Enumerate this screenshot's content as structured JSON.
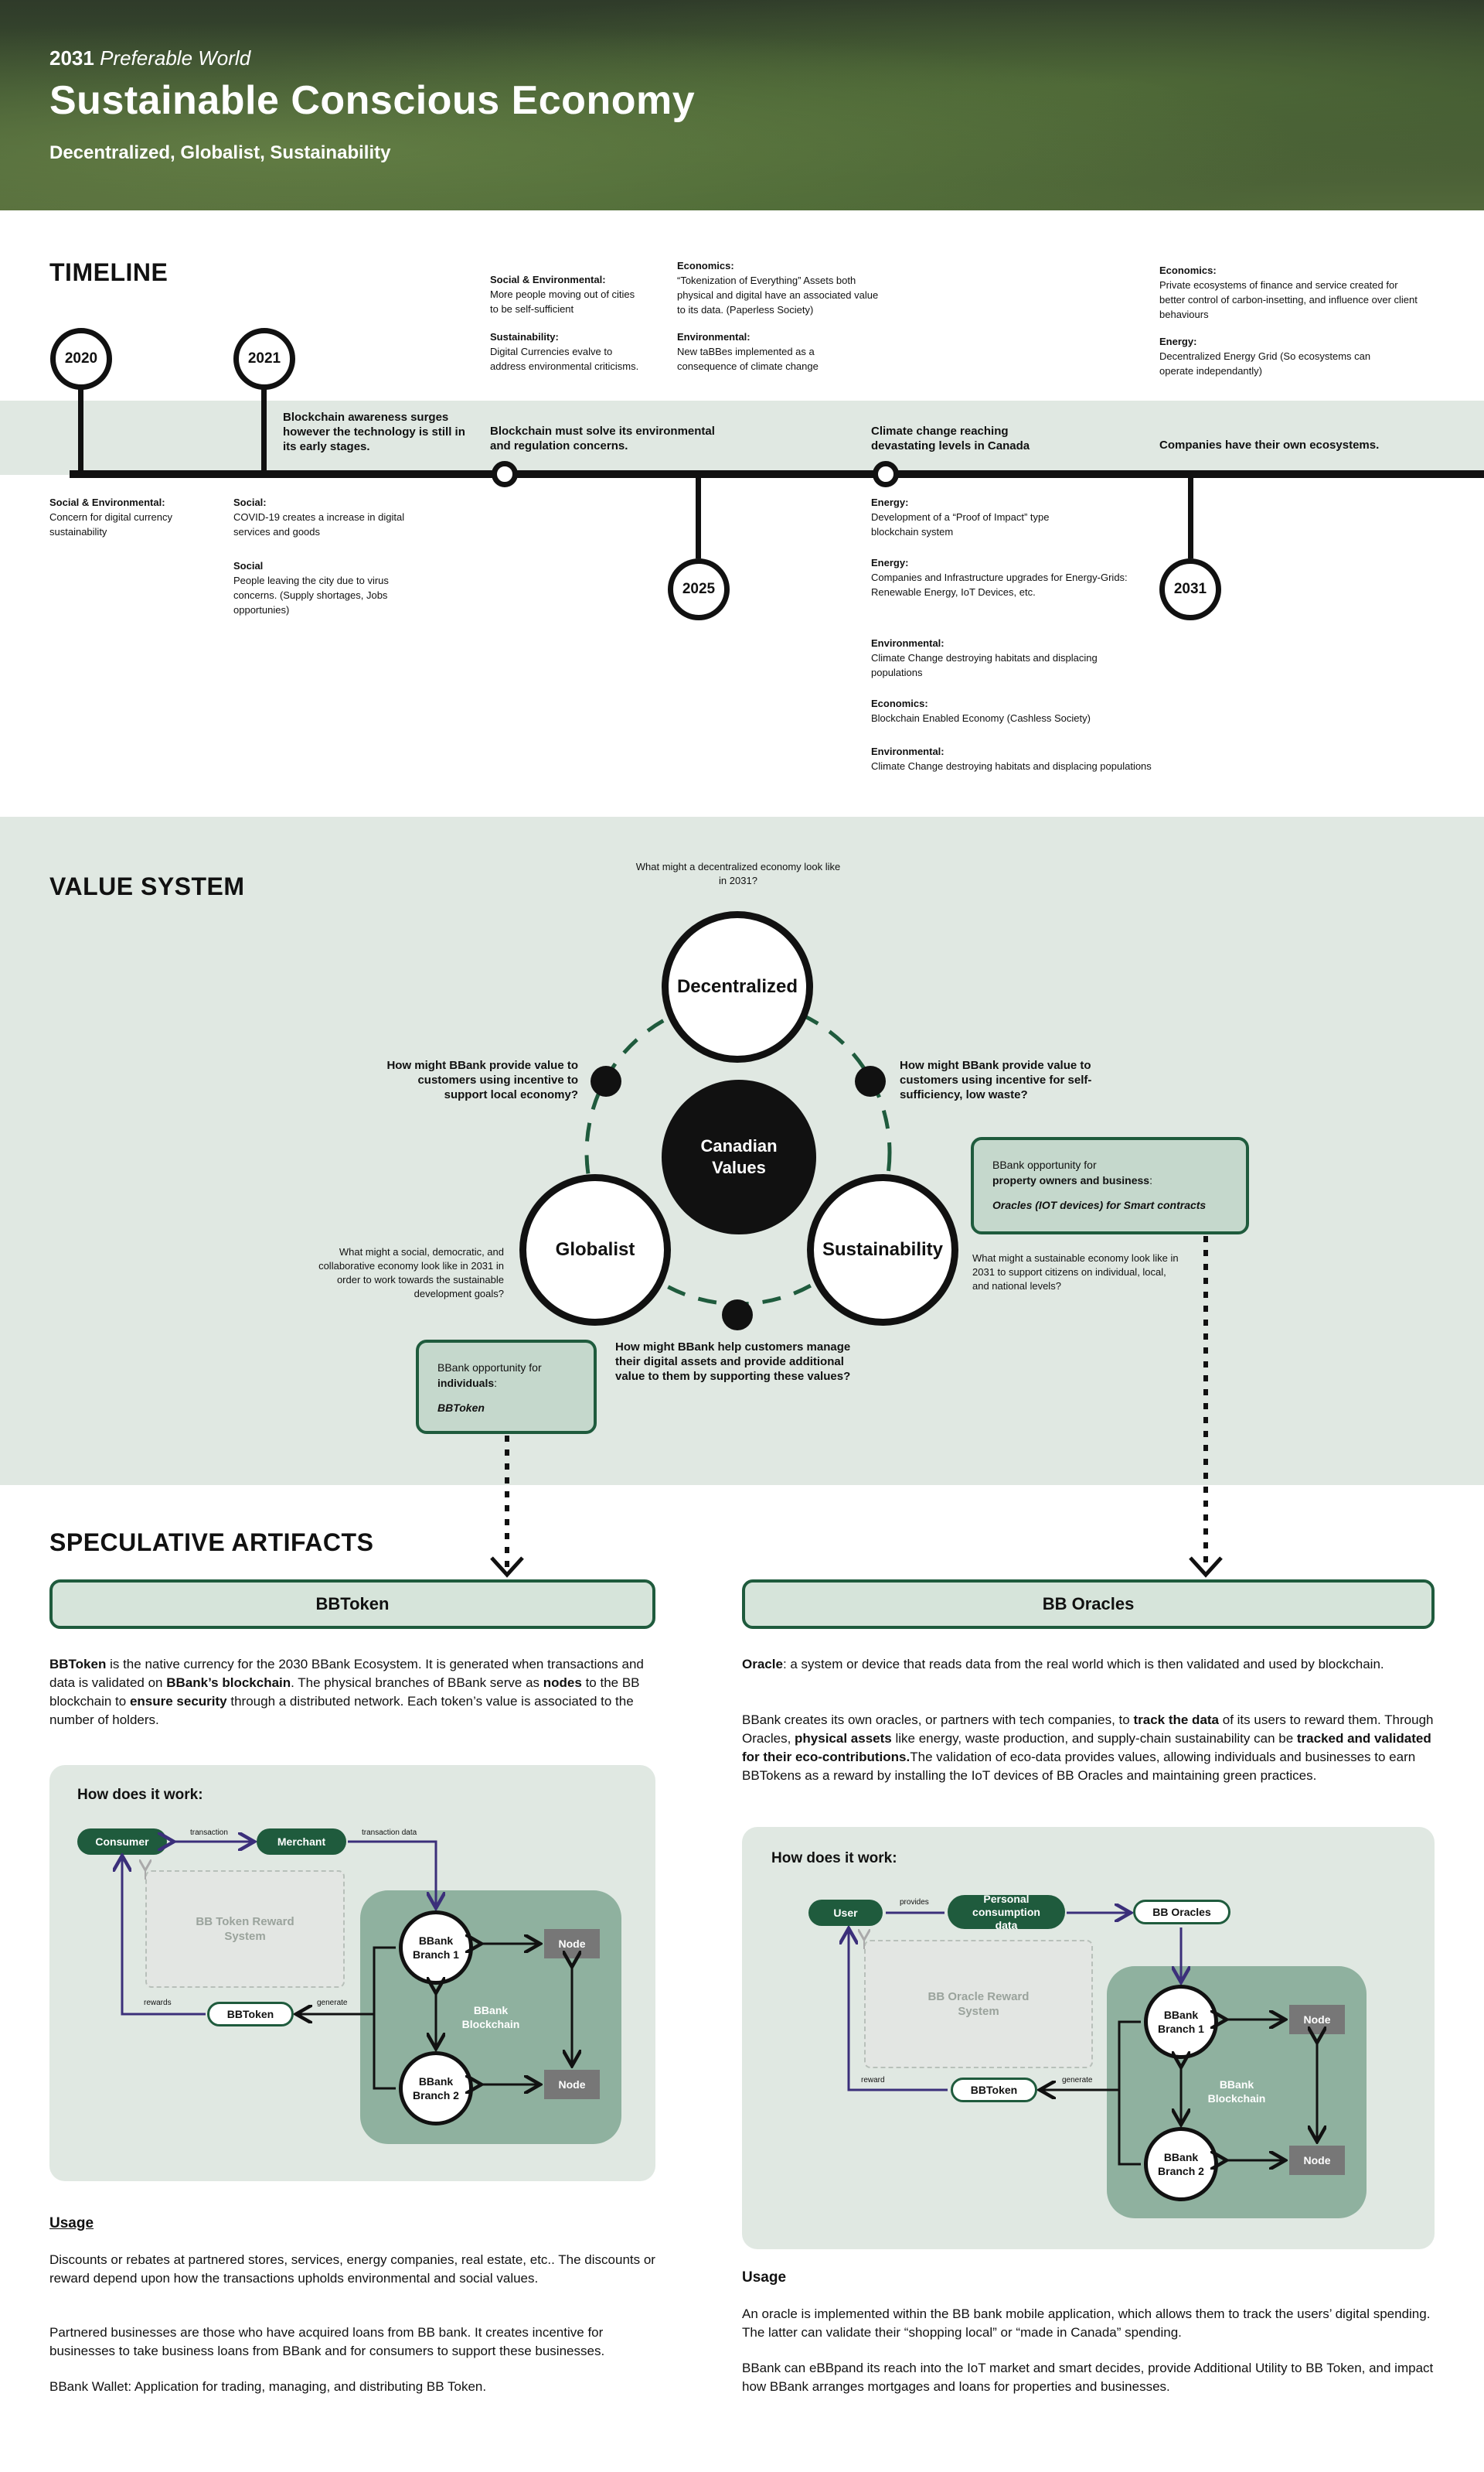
{
  "hero": {
    "year": "2031",
    "year_suffix": "Preferable World",
    "title": "Sustainable Conscious Economy",
    "subtitle": "Decentralized, Globalist, Sustainability"
  },
  "timeline": {
    "title": "TIMELINE",
    "years": [
      "2020",
      "2021",
      "2025",
      "2031"
    ],
    "col_2020": {
      "h1": "Social & Environmental:",
      "t1": "Concern for digital currency sustainability"
    },
    "col_2021": {
      "bold_above": "Blockchain awareness surges however the technology is still in its early stages.",
      "h1": "Social:",
      "t1": "COVID-19 creates a increase in digital services and goods",
      "h2": "Social",
      "t2": "People leaving the city due to virus concerns. (Supply shortages, Jobs opportunies)"
    },
    "col_2025a": {
      "h1": "Social & Environmental:",
      "t1": "More people moving out of cities to be self-sufficient",
      "h2": "Sustainability:",
      "t2": "Digital Currencies evalve to address environmental criticisms.",
      "bold": "Blockchain must solve its environmental and regulation concerns."
    },
    "col_2025b": {
      "h1": "Economics:",
      "t1": "“Tokenization of Everything” Assets both physical and digital have an associated value to its data. (Paperless Society)",
      "h2": "Environmental:",
      "t2": "New taBBes implemented as a consequence of climate change"
    },
    "col_climate": {
      "bold": "Climate change reaching devastating levels in Canada",
      "h1": "Energy:",
      "t1": "Development of a “Proof of Impact” type blockchain system",
      "h2": "Energy:",
      "t2": "Companies and Infrastructure upgrades for Energy-Grids: Renewable Energy, IoT Devices, etc.",
      "h3": "Environmental:",
      "t3": "Climate Change destroying habitats and displacing populations",
      "h4": "Economics:",
      "t4": "Blockchain Enabled Economy (Cashless Society)",
      "h5": "Environmental:",
      "t5": "Climate Change destroying habitats and displacing populations"
    },
    "col_2031": {
      "h1": "Economics:",
      "t1": "Private ecosystems of finance and service created for better control of carbon-insetting, and influence over client behaviours",
      "h2": "Energy:",
      "t2": "Decentralized Energy Grid (So ecosystems can operate independantly)",
      "bold": "Companies have their own ecosystems."
    }
  },
  "value_system": {
    "title": "VALUE SYSTEM",
    "top_question": "What might a decentralized economy look like in 2031?",
    "decentralized": "Decentralized",
    "globalist": "Globalist",
    "sustainability": "Sustainability",
    "center": "Canadian Values",
    "q_left": "How might BBank provide value to customers using incentive to support local economy?",
    "q_right": "How might BBank provide value to customers using incentive for self-sufficiency, low waste?",
    "q_bottom": "How might BBank help customers manage their digital assets and provide additional value to them by supporting these values?",
    "note_globalist": "What might a social, democratic, and collaborative economy look like in 2031 in order to work towards the sustainable development goals?",
    "note_sustain": "What might a sustainable economy look like in 2031 to support citizens on individual, local, and national levels?",
    "opp_individuals": {
      "line1": "BBank opportunity for",
      "line2": "individuals",
      "colon": ":",
      "item": "BBToken"
    },
    "opp_property": {
      "line1": "BBank opportunity for",
      "line2": "property owners and business",
      "colon": ":",
      "item": "Oracles (IOT devices) for Smart contracts"
    }
  },
  "artifacts": {
    "title": "SPECULATIVE ARTIFACTS",
    "bbtoken": {
      "header": "BBToken",
      "p_intro": "BBToken",
      "p1": " is the native currency for the 2030 BBank Ecosystem. It is generated when transactions and data is validated on ",
      "p_bold1": "BBank’s blockchain",
      "p2": ". The physical branches of BBank serve as ",
      "p_bold2": "nodes",
      "p3": " to the BB blockchain to ",
      "p_bold3": "ensure security",
      "p4": " through a distributed network. Each token’s value is associated to the number of holders.",
      "how_title": "How does it work:",
      "consumer": "Consumer",
      "merchant": "Merchant",
      "transaction": "transaction",
      "transaction_data": "transaction data",
      "reward_system": "BB Token Reward System",
      "branch1": "BBank Branch 1",
      "branch2": "BBank Branch 2",
      "blockchain": "BBank Blockchain",
      "node": "Node",
      "token": "BBToken",
      "rewards": "rewards",
      "generate": "generate",
      "usage_title": "Usage",
      "usage1": "Discounts or rebates at partnered stores, services, energy companies, real estate, etc.. The discounts or reward depend upon how the transactions upholds environmental and social values.",
      "usage2": "Partnered businesses are those who have acquired loans from BB bank. It creates incentive for businesses to take business loans from BBank and for consumers to support these businesses.",
      "usage3": "BBank Wallet: Application for trading, managing, and distributing BB Token."
    },
    "oracles": {
      "header": "BB Oracles",
      "p_intro": "Oracle",
      "p1": ": a system or device that reads data from the real world which is then validated and used by blockchain.",
      "p2a": "BBank creates its own oracles, or partners with tech companies, to ",
      "p2b": "track the data",
      "p2c": " of its users to reward them. Through Oracles, ",
      "p2d": "physical assets",
      "p2e": " like energy, waste production, and supply-chain sustainability can be ",
      "p2f": "tracked and validated for their eco-contributions.",
      "p2g": "The validation of eco-data provides values, allowing individuals and businesses to earn BBTokens as a reward by installing the IoT devices of BB Oracles and maintaining green practices.",
      "how_title": "How does it work:",
      "user": "User",
      "provides": "provides",
      "personal": "Personal consumption data",
      "bb_oracles": "BB Oracles",
      "reward_system": "BB Oracle Reward System",
      "branch1": "BBank Branch 1",
      "branch2": "BBank Branch 2",
      "blockchain": "BBank Blockchain",
      "node": "Node",
      "token": "BBToken",
      "reward": "reward",
      "generate": "generate",
      "usage_title": "Usage",
      "usage1": "An oracle is implemented within the BB bank mobile application, which allows them to track the users’ digital spending. The latter can validate their “shopping local” or “made in Canada” spending.",
      "usage2": "BBank can eBBpand its reach into the IoT market and smart decides, provide Additional Utility to BB Token, and impact how BBank arranges mortgages and loans for properties and businesses."
    }
  }
}
